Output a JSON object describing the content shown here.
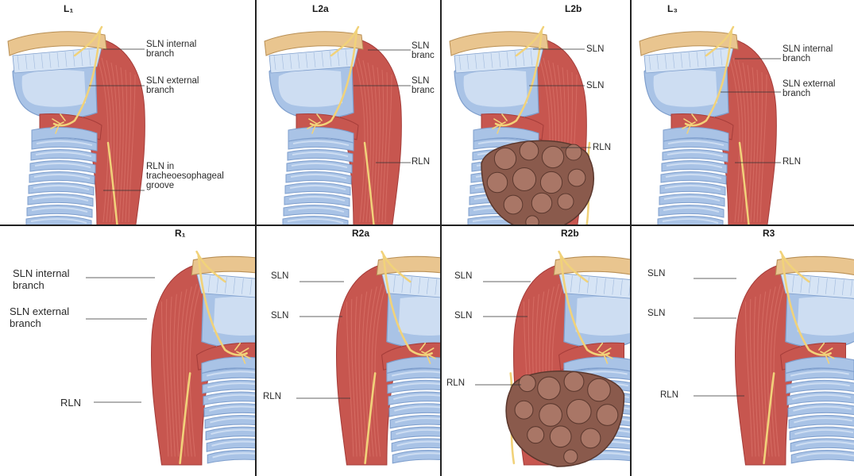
{
  "figure": {
    "panels": [
      {
        "id": "L1",
        "title": "L₁",
        "side": "left",
        "tumor": false,
        "labels": [
          {
            "key": "sln-internal",
            "text": "SLN internal\nbranch"
          },
          {
            "key": "sln-external",
            "text": "SLN external\nbranch"
          },
          {
            "key": "rln",
            "text": "RLN in\ntracheoesophageal\ngroove"
          }
        ]
      },
      {
        "id": "L2a",
        "title": "L2a",
        "side": "left",
        "tumor": false,
        "labels": [
          {
            "key": "sln-internal",
            "text": "SLN\nbranc"
          },
          {
            "key": "sln-external",
            "text": "SLN\nbranc"
          },
          {
            "key": "rln",
            "text": "RLN"
          }
        ]
      },
      {
        "id": "L2b",
        "title": "L2b",
        "side": "left",
        "tumor": true,
        "labels": [
          {
            "key": "sln-internal",
            "text": "SLN"
          },
          {
            "key": "sln-external",
            "text": "SLN"
          },
          {
            "key": "rln",
            "text": "RLN"
          }
        ]
      },
      {
        "id": "L3",
        "title": "L₃",
        "side": "left",
        "tumor": false,
        "labels": [
          {
            "key": "sln-internal",
            "text": "SLN internal\nbranch"
          },
          {
            "key": "sln-external",
            "text": "SLN external\nbranch"
          },
          {
            "key": "rln",
            "text": "RLN"
          }
        ]
      },
      {
        "id": "R1",
        "title": "R₁",
        "side": "right",
        "tumor": false,
        "labels": [
          {
            "key": "sln-internal",
            "text": "SLN internal\nbranch"
          },
          {
            "key": "sln-external",
            "text": "SLN external\nbranch"
          },
          {
            "key": "rln",
            "text": "RLN"
          }
        ]
      },
      {
        "id": "R2a",
        "title": "R2a",
        "side": "right",
        "tumor": false,
        "labels": [
          {
            "key": "sln-internal",
            "text": "SLN"
          },
          {
            "key": "sln-external",
            "text": "SLN"
          },
          {
            "key": "rln",
            "text": "RLN"
          }
        ]
      },
      {
        "id": "R2b",
        "title": "R2b",
        "side": "right",
        "tumor": true,
        "labels": [
          {
            "key": "sln-internal",
            "text": "SLN"
          },
          {
            "key": "sln-external",
            "text": "SLN"
          },
          {
            "key": "rln",
            "text": "RLN"
          }
        ]
      },
      {
        "id": "R3",
        "title": "R3",
        "side": "right",
        "tumor": false,
        "labels": [
          {
            "key": "sln-internal",
            "text": "SLN"
          },
          {
            "key": "sln-external",
            "text": "SLN"
          },
          {
            "key": "rln",
            "text": "RLN"
          }
        ]
      }
    ]
  },
  "colors": {
    "muscle": "#c7564f",
    "muscle_dark": "#a53d3a",
    "muscle_light": "#dd7a70",
    "cartilage": "#a9c3e6",
    "cartilage_light": "#d6e4f5",
    "cartilage_dark": "#7f9fcd",
    "hyoid": "#e9c58f",
    "nerve": "#f1d27a",
    "nerve_dark": "#c9a344",
    "tumor": "#8a5a4c",
    "tumor_light": "#a97666",
    "tumor_dark": "#5b382e"
  }
}
